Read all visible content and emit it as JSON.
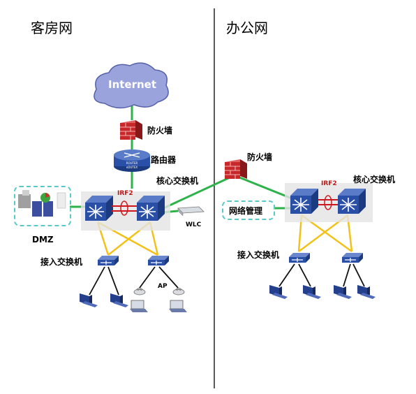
{
  "sections": {
    "left_title": "客房网",
    "right_title": "办公网"
  },
  "labels": {
    "internet": "Internet",
    "firewall_left": "防火墙",
    "router": "路由器",
    "router_badge_top": "ROUTER",
    "router_badge_bottom": "eDUTEX",
    "core_left": "核心交换机",
    "irf_left": "IRF2",
    "dmz": "DMZ",
    "wlc": "WLC",
    "access_left": "接入交换机",
    "ap": "AP",
    "firewall_mid": "防火墙",
    "core_right": "核心交换机",
    "irf_right": "IRF2",
    "net_mgmt": "网络管理",
    "access_right": "接入交换机"
  },
  "colors": {
    "green_link": "#2eb24a",
    "yellow_link": "#f2c21a",
    "irf_link": "#d0161d",
    "switch_blue": "#2a4fa6",
    "firewall_red": "#c8282a",
    "cloud_blue": "#9aa3dc",
    "dash_teal": "#5ac8c8"
  },
  "icons": [
    "cloud-icon",
    "firewall-icon",
    "router-icon",
    "switch-icon",
    "wireless-controller-icon",
    "server-rack-icon",
    "computer-icon",
    "laptop-icon",
    "access-point-icon"
  ]
}
